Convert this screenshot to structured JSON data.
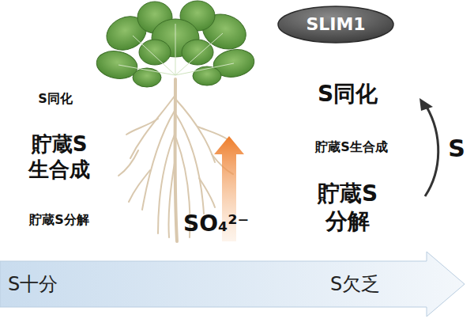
{
  "diagram": {
    "nodes": [
      {
        "text": [
          "SLIM1"
        ]
      },
      {
        "text": [
          "S十分",
          "S欠乏"
        ]
      }
    ],
    "labels": [
      "S同化",
      "貯蔵S 生合成",
      "貯蔵S分解",
      "SO₄²⁻",
      "S同化",
      "貯蔵S生合成",
      "貯蔵S 分解",
      "S"
    ]
  }
}
